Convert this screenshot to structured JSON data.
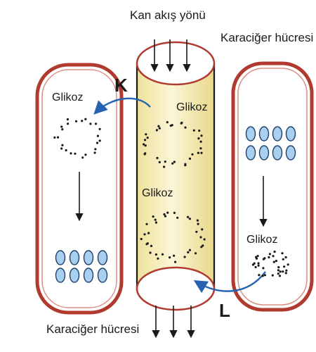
{
  "labels": {
    "blood_flow": "Kan akış yönü",
    "liver_cell_top": "Karaciğer hücresi",
    "liver_cell_bottom": "Karaciğer hücresi",
    "marker_k": "K",
    "marker_l": "L",
    "glucose_left_cell": "Glikoz",
    "glucose_vessel_top": "Glikoz",
    "glucose_vessel_bottom": "Glikoz",
    "glucose_right_cell": "Glikoz"
  },
  "colors": {
    "cell_border": "#b03a2e",
    "vessel_fill": "#f8f1c8",
    "vessel_edge": "#e0cf7a",
    "glycogen_granule": "#a9cfee",
    "granule_outline": "#1f3f6b",
    "arrow_blue": "#2563b0",
    "ink": "#1a1a1a"
  }
}
